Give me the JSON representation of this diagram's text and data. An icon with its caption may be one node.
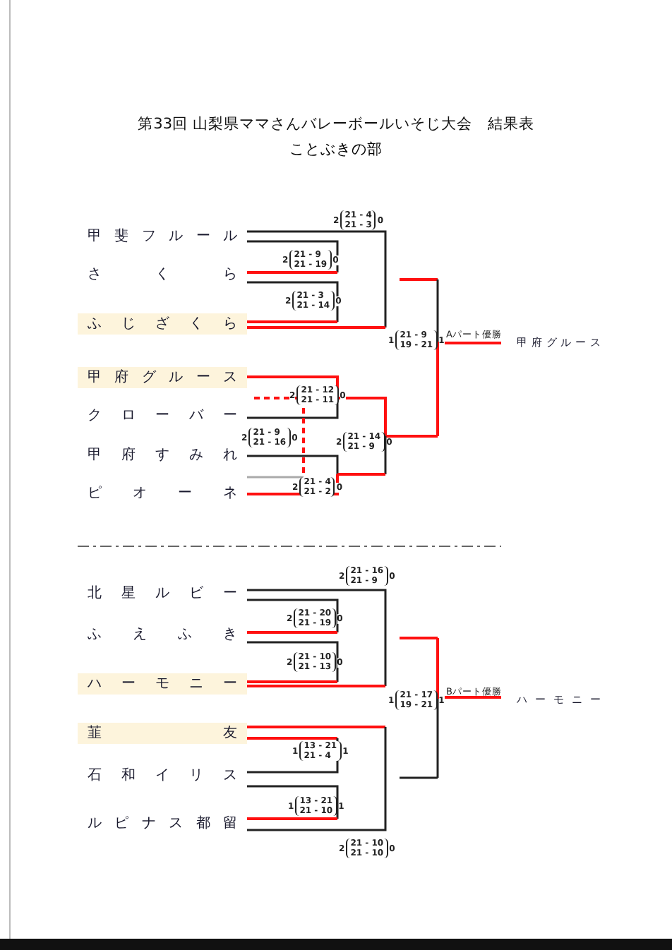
{
  "diagram": {
    "title": "第33回 山梨県ママさんバレーボールいそじ大会　結果表",
    "nodes": [
      {
        "text": [
          "甲斐フルール"
        ]
      },
      {
        "text": [
          "さくら"
        ]
      },
      {
        "text": [
          "ふじざくら"
        ]
      },
      {
        "text": [
          "甲府グルース"
        ]
      },
      {
        "text": [
          "クローバー"
        ]
      },
      {
        "text": [
          "甲府すみれ"
        ]
      },
      {
        "text": [
          "ピオーネ"
        ]
      },
      {
        "text": [
          "北星ルビー"
        ]
      },
      {
        "text": [
          "ふえふき"
        ]
      },
      {
        "text": [
          "ハーモニー"
        ]
      },
      {
        "text": [
          "韮友"
        ]
      },
      {
        "text": [
          "石和イリス"
        ]
      },
      {
        "text": [
          "ルピナス都留"
        ]
      },
      {
        "text": [
          "甲府グルース"
        ]
      },
      {
        "text": [
          "ハーモニー"
        ]
      }
    ],
    "labels": [
      "ことぶきの部",
      "2",
      "21 - 4",
      "21 - 3",
      "0",
      "2",
      "21 - 9",
      "21 - 19",
      "0",
      "2",
      "21 - 3",
      "21 - 14",
      "0",
      "2",
      "21 - 12",
      "21 - 11",
      "0",
      "2",
      "21 - 9",
      "21 - 16",
      "0",
      "2",
      "21 - 14",
      "21 - 9",
      "0",
      "2",
      "21 - 4",
      "21 - 2",
      "0",
      "1",
      "21 - 9",
      "19 - 21",
      "1",
      "Aパート優勝",
      "2",
      "21 - 16",
      "21 - 9",
      "0",
      "2",
      "21 - 20",
      "21 - 19",
      "0",
      "2",
      "21 - 10",
      "21 - 13",
      "0",
      "1",
      "21 - 17",
      "19 - 21",
      "1",
      "Bパート優勝",
      "1",
      "13 - 21",
      "21 - 4",
      "1",
      "1",
      "13 - 21",
      "21 - 10",
      "1",
      "2",
      "21 - 10",
      "21 - 10",
      "0"
    ]
  }
}
